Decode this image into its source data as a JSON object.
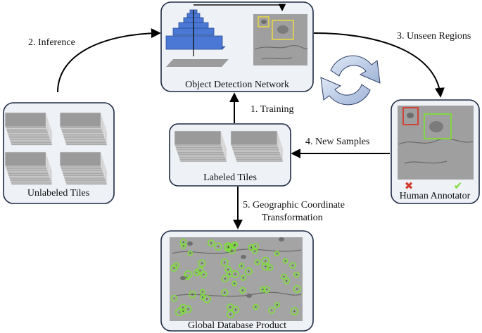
{
  "boxes": {
    "object_detection": "Object Detection Network",
    "unlabeled": "Unlabeled Tiles",
    "labeled": "Labeled Tiles",
    "human": "Human Annotator",
    "global": "Global Database Product"
  },
  "steps": {
    "training": "1. Training",
    "inference": "2. Inference",
    "unseen": "3. Unseen Regions",
    "new_samples": "4. New Samples",
    "geo_line1": "5. Geographic Coordinate",
    "geo_line2": "Transformation"
  },
  "colors": {
    "box_fill": "#eef1f6",
    "box_stroke": "#1f2a44",
    "network_blue": "#4a78d4",
    "detection_green": "#7fdc3a",
    "reject_red": "#d33b2c",
    "accept_green": "#7fdc3a"
  },
  "icons": {
    "reject": "✖",
    "accept": "✔"
  }
}
